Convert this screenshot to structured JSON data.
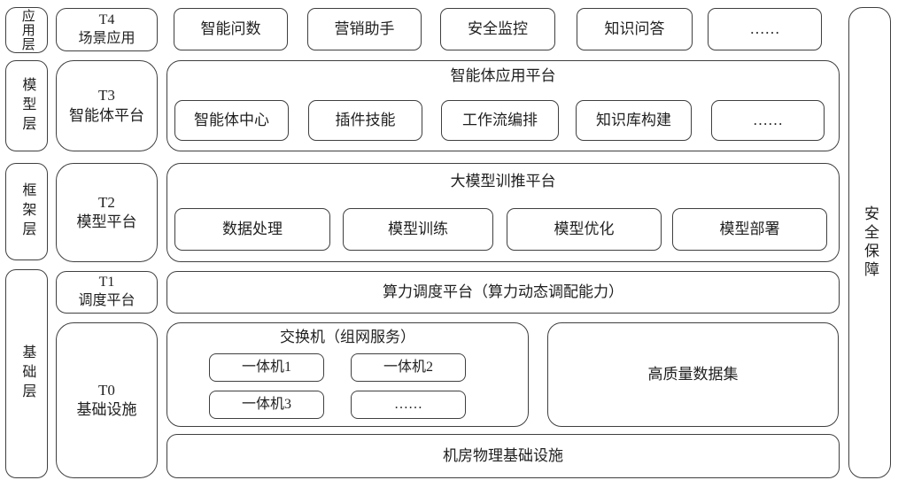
{
  "colors": {
    "border": "#3f3f3f",
    "text": "#1f1f1f",
    "background": "#ffffff"
  },
  "diagram": {
    "layers": [
      {
        "label": "应用层",
        "tier": {
          "code": "T4",
          "name": "场景应用"
        },
        "items": [
          "智能问数",
          "营销助手",
          "安全监控",
          "知识问答",
          "……"
        ]
      },
      {
        "label": "模型层",
        "tier": {
          "code": "T3",
          "name": "智能体平台"
        },
        "platform": {
          "title": "智能体应用平台",
          "items": [
            "智能体中心",
            "插件技能",
            "工作流编排",
            "知识库构建",
            "……"
          ]
        }
      },
      {
        "label": "框架层",
        "tier": {
          "code": "T2",
          "name": "模型平台"
        },
        "platform": {
          "title": "大模型训推平台",
          "items": [
            "数据处理",
            "模型训练",
            "模型优化",
            "模型部署"
          ]
        }
      },
      {
        "label": "基础层",
        "tier_t1": {
          "code": "T1",
          "name": "调度平台"
        },
        "scheduling_bar": "算力调度平台（算力动态调配能力）",
        "tier_t0": {
          "code": "T0",
          "name": "基础设施"
        },
        "switch_group": {
          "title": "交换机（组网服务）",
          "items": [
            "一体机1",
            "一体机2",
            "一体机3",
            "……"
          ]
        },
        "dataset_box": "高质量数据集",
        "datacenter_bar": "机房物理基础设施"
      }
    ],
    "right_bar": "安全保障"
  }
}
